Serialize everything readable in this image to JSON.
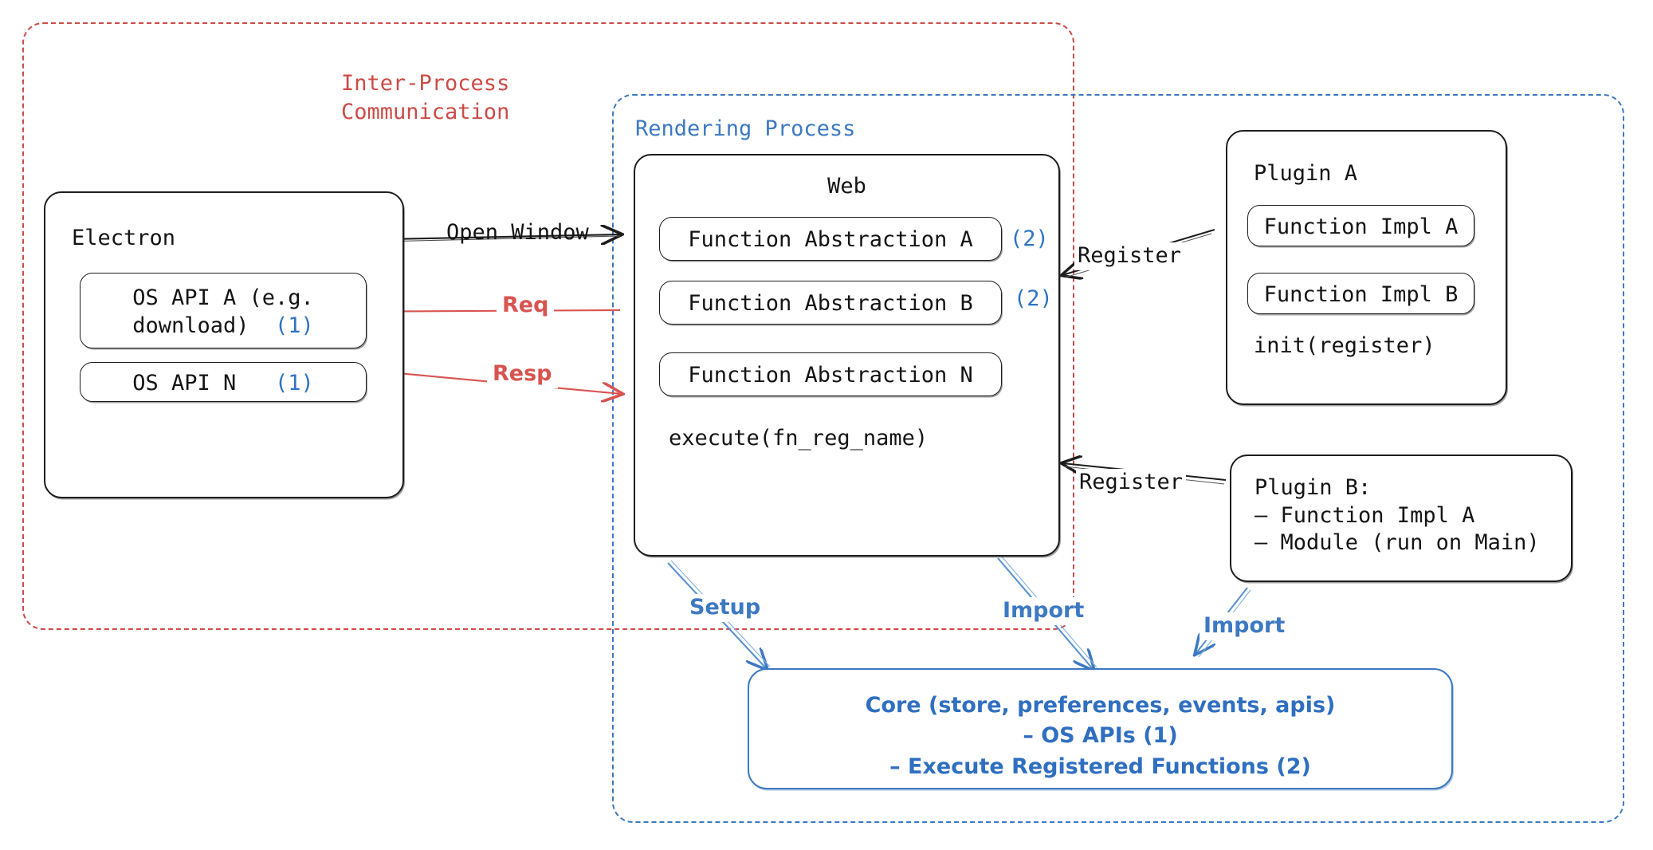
{
  "diagram": {
    "title": "Electron plugin architecture diagram",
    "colors": {
      "red": "#cc4b47",
      "blue": "#3d79c2",
      "ink": "#141414",
      "core_blue": "#2f6fc0"
    }
  },
  "ipc": {
    "label_line1": "Inter-Process",
    "label_line2": "Communication"
  },
  "rendering_process": {
    "label": "Rendering Process"
  },
  "electron": {
    "title": "Electron",
    "apis": [
      {
        "name_line1": "OS API A (e.g.",
        "name_line2": "download)",
        "tag": "(1)"
      },
      {
        "name_line1": "OS API N",
        "name_line2": "",
        "tag": "(1)"
      }
    ]
  },
  "web": {
    "title": "Web",
    "abstractions": [
      {
        "label": "Function Abstraction A",
        "tag": "(2)"
      },
      {
        "label": "Function Abstraction B",
        "tag": "(2)"
      },
      {
        "label": "Function Abstraction N",
        "tag": ""
      }
    ],
    "execute": "execute(fn_reg_name)"
  },
  "plugin_a": {
    "title": "Plugin A",
    "impls": [
      "Function Impl A",
      "Function Impl B"
    ],
    "init": "init(register)"
  },
  "plugin_b": {
    "title": "Plugin B:",
    "items": [
      "– Function Impl A",
      "– Module (run on Main)"
    ]
  },
  "core": {
    "line1": "Core (store, preferences, events, apis)",
    "line2": "– OS APIs (1)",
    "line3": "– Execute Registered Functions (2)"
  },
  "edges": {
    "open_window": "Open Window",
    "req": "Req",
    "resp": "Resp",
    "register_top": "Register",
    "register_bottom": "Register",
    "setup": "Setup",
    "import_web": "Import",
    "import_plugin_b": "Import"
  }
}
